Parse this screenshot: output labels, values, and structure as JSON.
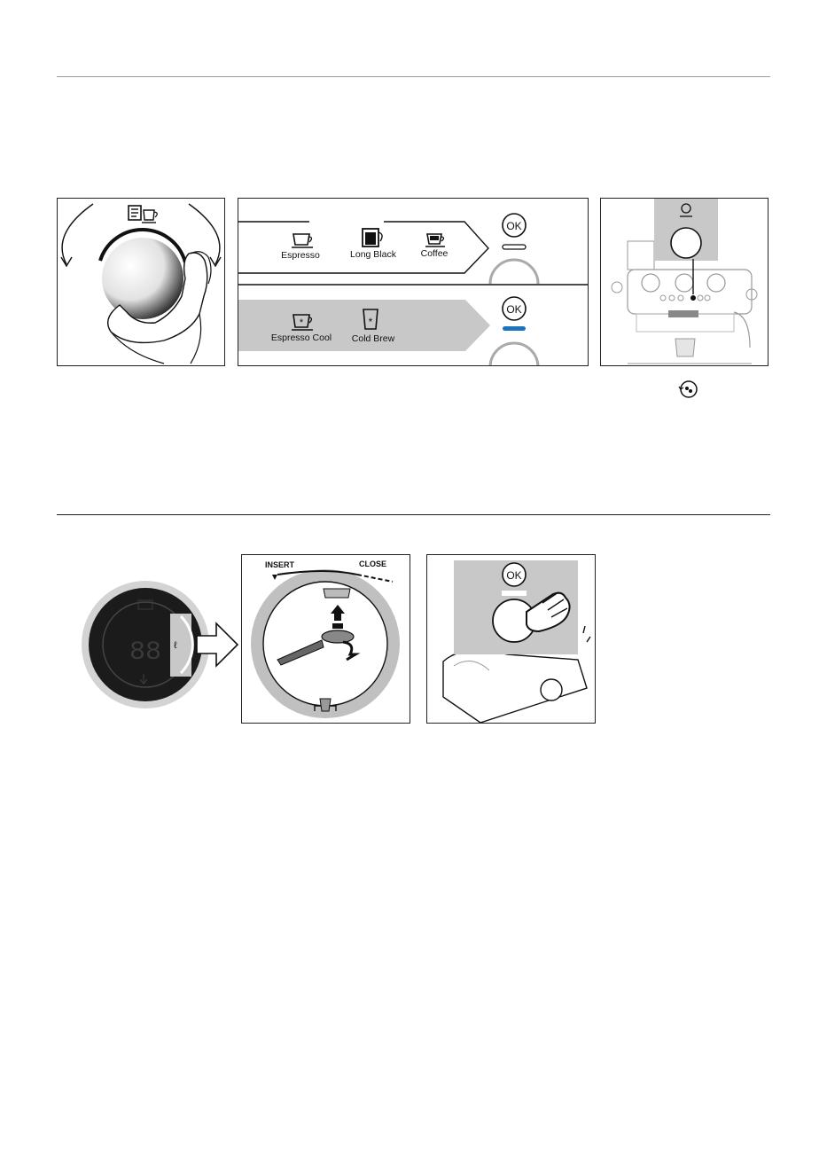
{
  "section1": {
    "menu": {
      "espresso": "Espresso",
      "long_black": "Long Black",
      "coffee": "Coffee",
      "espresso_cool": "Espresso Cool",
      "cold_brew": "Cold Brew",
      "ok_top": "OK",
      "ok_bottom": "OK"
    },
    "colors": {
      "cold_indicator": "#1e73be",
      "gray_band": "#c8c8c8"
    },
    "icons": [
      "cup-select-icon",
      "clean-icon"
    ]
  },
  "section2": {
    "insert": "INSERT",
    "close": "CLOSE",
    "ok": "OK",
    "display_digits": "88"
  }
}
